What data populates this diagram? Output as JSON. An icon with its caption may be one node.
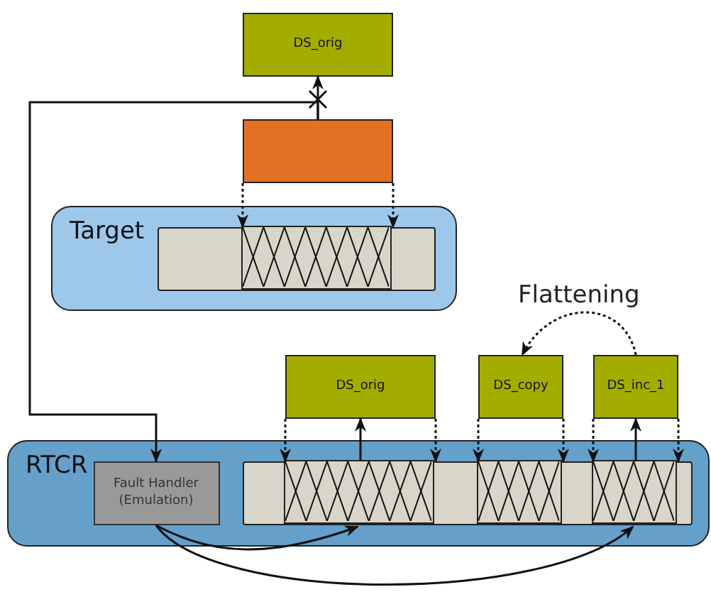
{
  "diagram": {
    "nodes": [
      {
        "text": [
          "DS_orig"
        ]
      },
      {
        "text": [],
        "shape": "box"
      },
      {
        "text": [
          "Target"
        ]
      },
      {
        "text": [],
        "shape": "bar",
        "in": 2
      },
      {
        "text": [],
        "shape": "box",
        "in": 3
      },
      {
        "text": [
          "DS_orig"
        ]
      },
      {
        "text": [
          "DS_copy"
        ]
      },
      {
        "text": [
          "DS_inc_1"
        ]
      },
      {
        "text": [
          "RTCR"
        ]
      },
      {
        "text": [
          "Fault Handler (Emulation)"
        ],
        "in": 8
      },
      {
        "text": [],
        "shape": "bar",
        "in": 8
      },
      {
        "text": [],
        "shape": "box",
        "in": 10
      },
      {
        "text": [],
        "shape": "box",
        "in": 10
      },
      {
        "text": [],
        "shape": "box",
        "in": 10
      }
    ],
    "edges": [
      {
        "from": 1,
        "to": 0,
        "arrow": "to"
      },
      {
        "from": 1,
        "to": 9,
        "arrow": "to"
      },
      {
        "from": 1,
        "to": 4,
        "arrow": "to",
        "style": "dashed"
      },
      {
        "from": 1,
        "to": 4,
        "arrow": "to",
        "style": "dashed"
      },
      {
        "from": 5,
        "to": 11,
        "arrow": "to",
        "style": "dashed"
      },
      {
        "from": 5,
        "to": 11,
        "arrow": "to",
        "style": "dashed"
      },
      {
        "from": 6,
        "to": 12,
        "arrow": "to",
        "style": "dashed"
      },
      {
        "from": 6,
        "to": 12,
        "arrow": "to",
        "style": "dashed"
      },
      {
        "from": 7,
        "to": 13,
        "arrow": "to",
        "style": "dashed"
      },
      {
        "from": 7,
        "to": 13,
        "arrow": "to",
        "style": "dashed"
      },
      {
        "from": 11,
        "to": 5,
        "arrow": "to"
      },
      {
        "from": 13,
        "to": 7,
        "arrow": "to"
      },
      {
        "from": 7,
        "to": 6,
        "arrow": "to",
        "style": "dashed",
        "label": "Flattening"
      },
      {
        "from": 9,
        "to": 11,
        "arrow": "to"
      },
      {
        "from": 9,
        "to": 13,
        "arrow": "to"
      }
    ]
  }
}
